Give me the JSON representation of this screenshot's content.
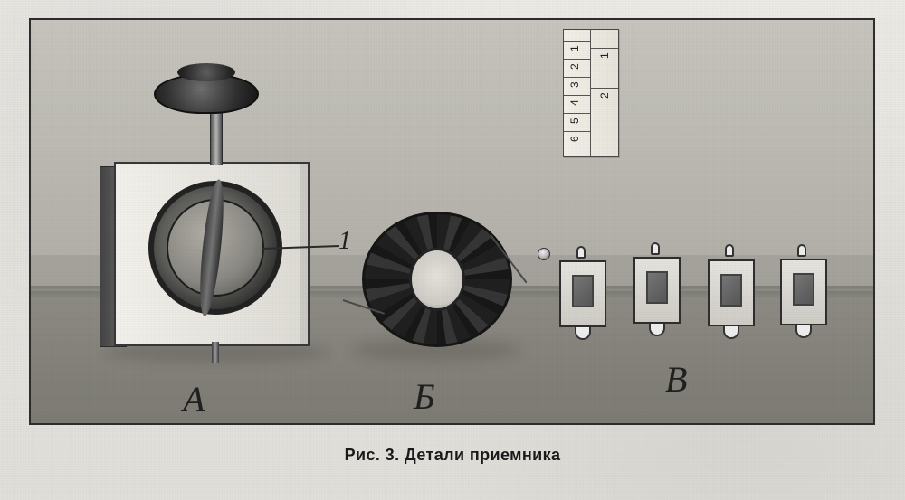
{
  "figure": {
    "caption": "Рис. 3. Детали приемника",
    "part_labels": {
      "a": "А",
      "b": "Б",
      "v": "В"
    },
    "callout": "1"
  },
  "ruler": {
    "left_scale": [
      "1",
      "2",
      "3",
      "4",
      "5",
      "6"
    ],
    "right_scale": [
      "1",
      "2"
    ]
  }
}
